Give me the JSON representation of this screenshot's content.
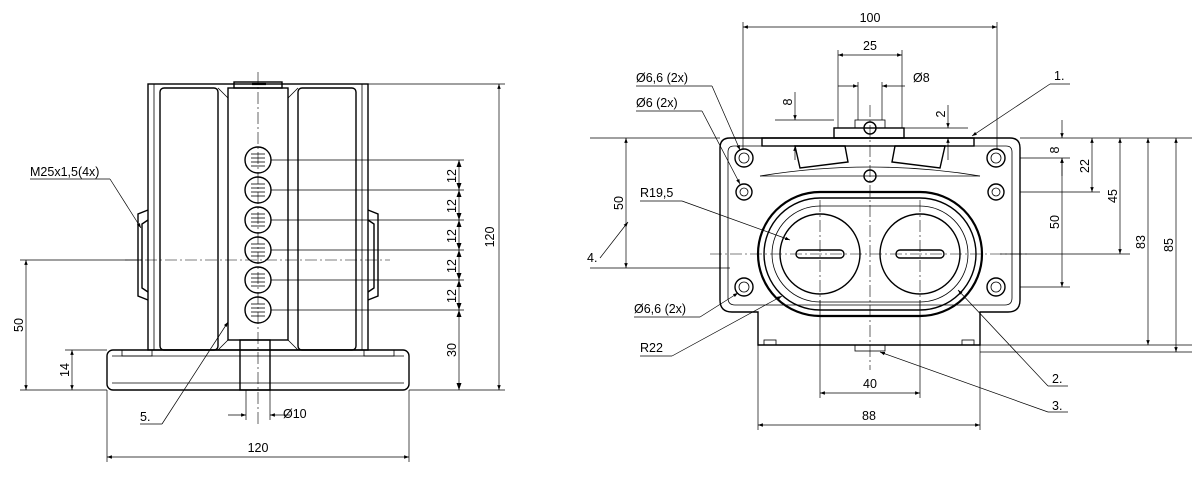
{
  "left_view": {
    "dim_width": "120",
    "dim_height_total": "120",
    "dim_height_50": "50",
    "dim_height_14": "14",
    "dim_height_30": "30",
    "dim_pitch": [
      "12",
      "12",
      "12",
      "12",
      "12"
    ],
    "dim_d10": "Ø10",
    "label_thread": "M25x1,5(4x)",
    "callout_5": "5."
  },
  "right_view": {
    "dim_100": "100",
    "dim_25": "25",
    "dim_d8": "Ø8",
    "dim_8_top": "8",
    "dim_2": "2",
    "dim_8_right": "8",
    "dim_22": "22",
    "dim_45": "45",
    "dim_50_inner": "50",
    "dim_83": "83",
    "dim_85": "85",
    "dim_50_left": "50",
    "dim_40": "40",
    "dim_88": "88",
    "label_hole_66_a": "Ø6,6 (2x)",
    "label_hole_6": "Ø6 (2x)",
    "label_r195": "R19,5",
    "label_hole_66_b": "Ø6,6 (2x)",
    "label_r22": "R22",
    "callout_1": "1.",
    "callout_2": "2.",
    "callout_3": "3.",
    "callout_4": "4."
  }
}
